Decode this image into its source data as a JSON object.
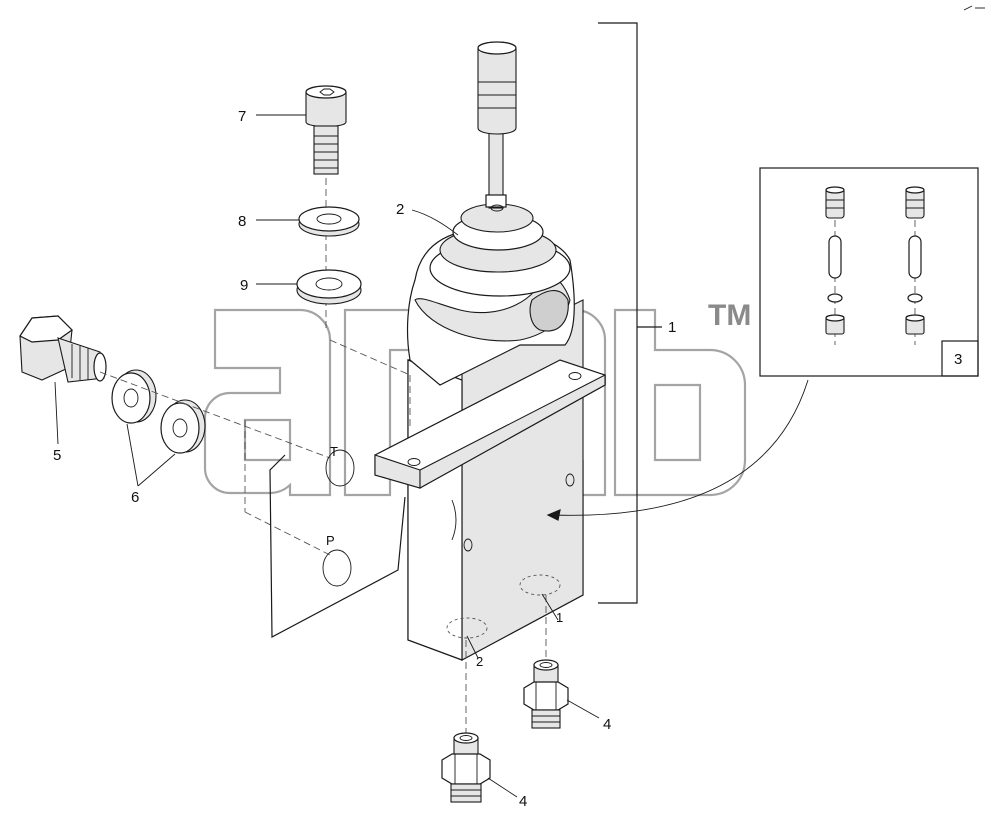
{
  "diagram": {
    "callouts": {
      "c1": "1",
      "c2": "2",
      "c3": "3",
      "c4a": "4",
      "c4b": "4",
      "c5": "5",
      "c6": "6",
      "c7": "7",
      "c8": "8",
      "c9": "9"
    },
    "port_labels": {
      "t": "T",
      "p": "P",
      "port1": "1",
      "port2": "2"
    },
    "watermark": {
      "trademark": "TM"
    },
    "colors": {
      "line": "#1a1a1a",
      "watermark": "#9a9a9a",
      "part_fill": "#e6e6e6"
    }
  }
}
